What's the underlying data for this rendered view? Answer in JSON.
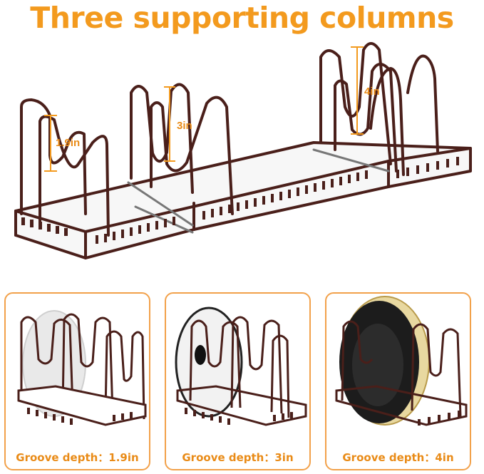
{
  "title": "Three supporting columns",
  "dimensions": [
    "1.9in",
    "3in",
    "4in"
  ],
  "panels": [
    {
      "caption": "Groove depth：1.9in",
      "item": "plate"
    },
    {
      "caption": "Groove depth：3in",
      "item": "glass-lid"
    },
    {
      "caption": "Groove depth：4in",
      "item": "frying-pan"
    }
  ],
  "colors": {
    "accent": "#f39a1e",
    "rack": "#4a1f1a",
    "border": "#f2a14a"
  }
}
